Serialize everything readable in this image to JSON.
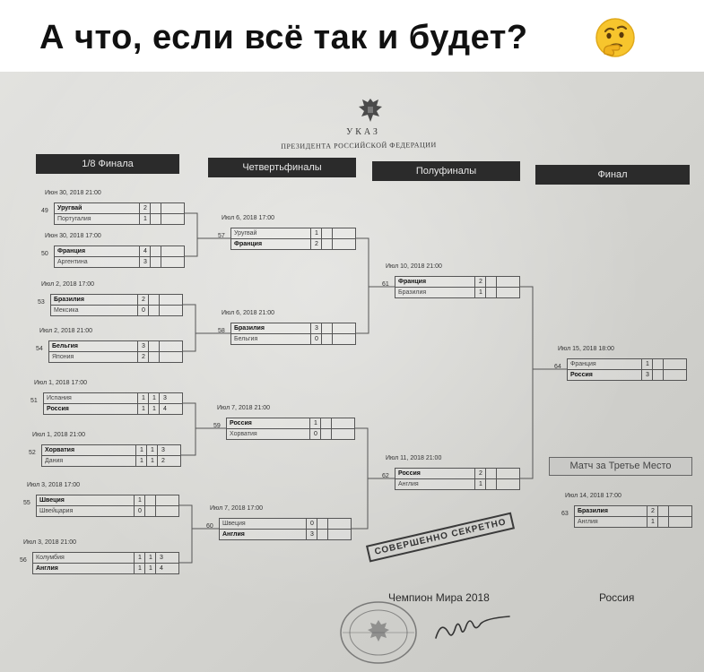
{
  "title": "А что, если всё так и будет?",
  "emoji_icon": "thinking-face-icon",
  "document": {
    "header": "УКАЗ",
    "subheader": "ПРЕЗИДЕНТА РОССИЙСКОЙ ФЕДЕРАЦИИ",
    "emblem_icon": "double-headed-eagle-icon"
  },
  "rounds": [
    "1/8 Финала",
    "Четвертьфиналы",
    "Полуфиналы",
    "Финал"
  ],
  "matches": [
    {
      "num": "49",
      "date": "Июн 30, 2018   21:00",
      "teams": [
        {
          "name": "Уругвай",
          "score": [
            "2"
          ],
          "winner": true
        },
        {
          "name": "Португалия",
          "score": [
            "1"
          ],
          "winner": false
        }
      ]
    },
    {
      "num": "50",
      "date": "Июн 30, 2018   17:00",
      "teams": [
        {
          "name": "Франция",
          "score": [
            "4"
          ],
          "winner": true
        },
        {
          "name": "Аргентина",
          "score": [
            "3"
          ],
          "winner": false
        }
      ]
    },
    {
      "num": "53",
      "date": "Июл 2, 2018   17:00",
      "teams": [
        {
          "name": "Бразилия",
          "score": [
            "2"
          ],
          "winner": true
        },
        {
          "name": "Мексика",
          "score": [
            "0"
          ],
          "winner": false
        }
      ]
    },
    {
      "num": "54",
      "date": "Июл 2, 2018   21:00",
      "teams": [
        {
          "name": "Бельгия",
          "score": [
            "3"
          ],
          "winner": true
        },
        {
          "name": "Япония",
          "score": [
            "2"
          ],
          "winner": false
        }
      ]
    },
    {
      "num": "51",
      "date": "Июл 1, 2018   17:00",
      "teams": [
        {
          "name": "Испания",
          "score": [
            "1",
            "1",
            "3"
          ],
          "winner": false
        },
        {
          "name": "Россия",
          "score": [
            "1",
            "1",
            "4"
          ],
          "winner": true
        }
      ]
    },
    {
      "num": "52",
      "date": "Июл 1, 2018   21:00",
      "teams": [
        {
          "name": "Хорватия",
          "score": [
            "1",
            "1",
            "3"
          ],
          "winner": true
        },
        {
          "name": "Дания",
          "score": [
            "1",
            "1",
            "2"
          ],
          "winner": false
        }
      ]
    },
    {
      "num": "55",
      "date": "Июл 3, 2018   17:00",
      "teams": [
        {
          "name": "Швеция",
          "score": [
            "1"
          ],
          "winner": true
        },
        {
          "name": "Швейцария",
          "score": [
            "0"
          ],
          "winner": false
        }
      ]
    },
    {
      "num": "56",
      "date": "Июл 3, 2018   21:00",
      "teams": [
        {
          "name": "Колумбия",
          "score": [
            "1",
            "1",
            "3"
          ],
          "winner": false
        },
        {
          "name": "Англия",
          "score": [
            "1",
            "1",
            "4"
          ],
          "winner": true
        }
      ]
    },
    {
      "num": "57",
      "date": "Июл 6, 2018   17:00",
      "teams": [
        {
          "name": "Уругвай",
          "score": [
            "1"
          ],
          "winner": false
        },
        {
          "name": "Франция",
          "score": [
            "2"
          ],
          "winner": true
        }
      ]
    },
    {
      "num": "58",
      "date": "Июл 6, 2018   21:00",
      "teams": [
        {
          "name": "Бразилия",
          "score": [
            "3"
          ],
          "winner": true
        },
        {
          "name": "Бельгия",
          "score": [
            "0"
          ],
          "winner": false
        }
      ]
    },
    {
      "num": "59",
      "date": "Июл 7, 2018   21:00",
      "teams": [
        {
          "name": "Россия",
          "score": [
            "1"
          ],
          "winner": true
        },
        {
          "name": "Хорватия",
          "score": [
            "0"
          ],
          "winner": false
        }
      ]
    },
    {
      "num": "60",
      "date": "Июл 7, 2018   17:00",
      "teams": [
        {
          "name": "Швеция",
          "score": [
            "0"
          ],
          "winner": false
        },
        {
          "name": "Англия",
          "score": [
            "3"
          ],
          "winner": true
        }
      ]
    },
    {
      "num": "61",
      "date": "Июл 10, 2018   21:00",
      "teams": [
        {
          "name": "Франция",
          "score": [
            "2"
          ],
          "winner": true
        },
        {
          "name": "Бразилия",
          "score": [
            "1"
          ],
          "winner": false
        }
      ]
    },
    {
      "num": "62",
      "date": "Июл 11, 2018   21:00",
      "teams": [
        {
          "name": "Россия",
          "score": [
            "2"
          ],
          "winner": true
        },
        {
          "name": "Англия",
          "score": [
            "1"
          ],
          "winner": false
        }
      ]
    },
    {
      "num": "64",
      "date": "Июл 15, 2018   18:00",
      "teams": [
        {
          "name": "Франция",
          "score": [
            "1"
          ],
          "winner": false
        },
        {
          "name": "Россия",
          "score": [
            "3"
          ],
          "winner": true
        }
      ]
    },
    {
      "num": "63",
      "date": "Июл 14, 2018   17:00",
      "teams": [
        {
          "name": "Бразилия",
          "score": [
            "2"
          ],
          "winner": true
        },
        {
          "name": "Англия",
          "score": [
            "1"
          ],
          "winner": false
        }
      ]
    }
  ],
  "third_place_label": "Матч за Третье Место",
  "stamp": "СОВЕРШЕННО СЕКРЕТНО",
  "champion": {
    "label": "Чемпион Мира 2018",
    "value": "Россия"
  },
  "seal_icon": "round-seal-icon",
  "signature_icon": "handwritten-signature-icon",
  "colors": {
    "paper": "#d8d8d4",
    "round_bar": "#2b2b2b",
    "ink": "#333333"
  }
}
